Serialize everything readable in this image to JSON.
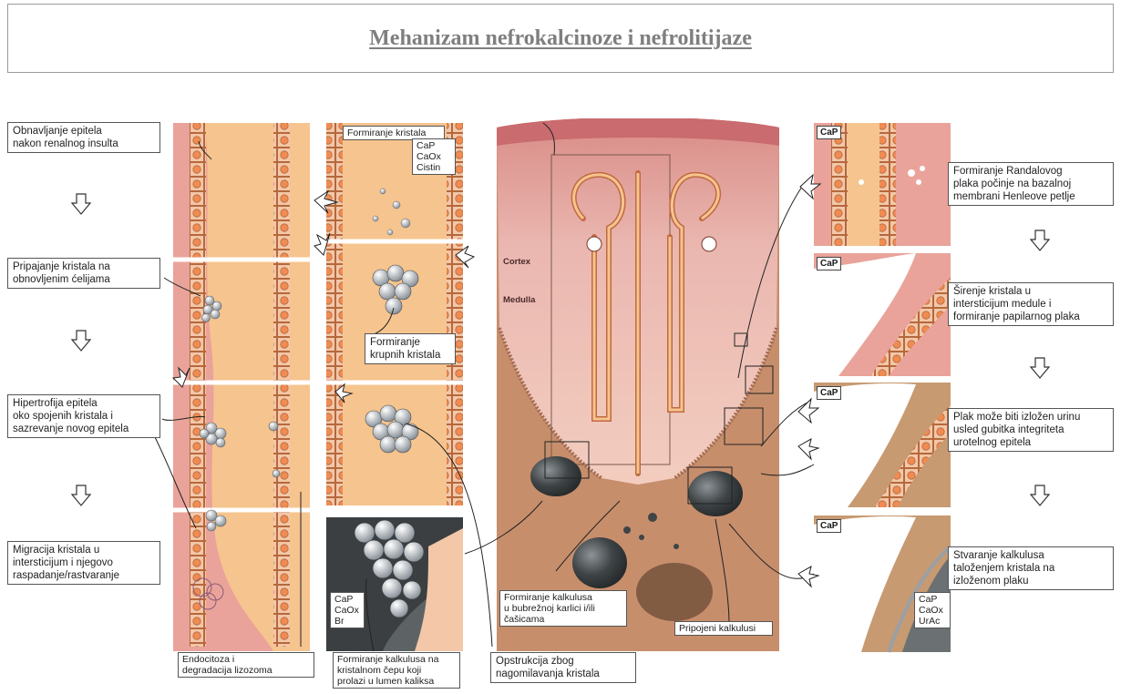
{
  "title": "Mehanizam nefrokalcinoze i nefrolitijaze",
  "left_steps": [
    "Obnavljanje epitela\nnakon renalnog insulta",
    "Pripajanje kristala na\nobnovljenim ćelijama",
    "Hipertrofija epitela\noko spojenih kristala i\nsazrevanje novog epitela",
    "Migracija kristala u\nintersticijum i njegovo\nraspadanje/rastvaranje"
  ],
  "bottom_labels": {
    "endocytosis": "Endocitoza i\ndegradacija lizozoma",
    "stone_plug": "Formiranje kalkulusa na\nkristalnom čepu koji\nprolazi u lumen kaliksa",
    "obstruction": "Opstrukcija zbog\nnagomilavanja kristala"
  },
  "middle_labels": {
    "crystal_formation": "Formiranje kristala",
    "crystal_types": "CaP\nCaOx\nCistin",
    "large_crystals": "Formiranje\nkrupnih kristala",
    "plug_composition": "CaP\nCaOx\nBr"
  },
  "kidney_labels": {
    "cortex": "Cortex",
    "medulla": "Medulla",
    "pelvis_stones": "Formiranje kalkulusa\nu bubrežnoj karlici i/ili\nčašicama",
    "attached_stones": "Pripojeni kalkulusi"
  },
  "right_steps": [
    "Formiranje Randalovog\nplaka počinje na bazalnoj\nmembrani Henleove petlje",
    "Širenje kristala u\nintersticijum medule i\nformiranje papilarnog plaka",
    "Plak može biti izložen urinu\nusled gubitka integriteta\nurotelnog epitela",
    "Stvaranje kalkulusa\ntaloženjem kristala na\nizloženom plaku"
  ],
  "right_tags": [
    "CaP",
    "CaP",
    "CaP",
    "CaP"
  ],
  "right_composition": "CaP\nCaOx\nUrAc",
  "colors": {
    "tubule_wall": "#e9a39a",
    "tubule_lumen": "#f6c48e",
    "cell": "#f08b52",
    "crystal": "#a9b0b8",
    "stone": "#3f4446",
    "kidney_cortex": "#e7a9a3",
    "kidney_medulla": "#d8a283",
    "pelvis": "#ddb384"
  }
}
